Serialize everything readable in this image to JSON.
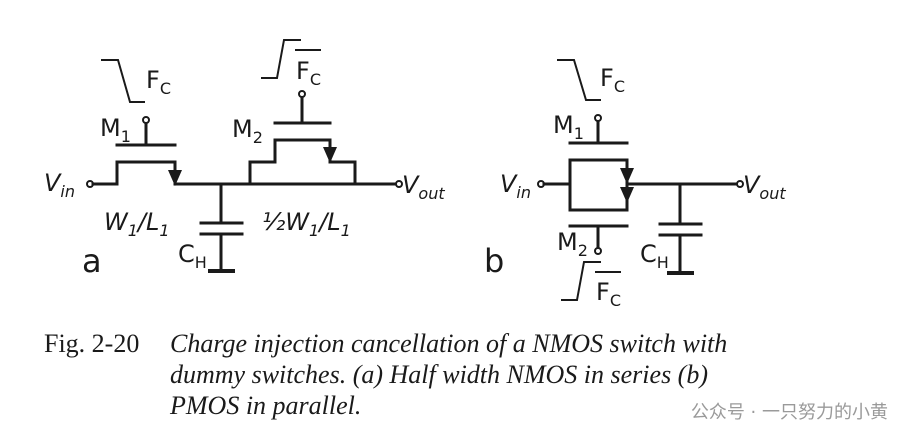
{
  "circuit_a": {
    "panel_label": "a",
    "m1": "M",
    "m1_sub": "1",
    "m2": "M",
    "m2_sub": "2",
    "fc": "F",
    "fc_sub": "C",
    "fcbar": "F",
    "fcbar_sub": "C",
    "vin": "V",
    "vin_sub": "in",
    "vout": "V",
    "vout_sub": "out",
    "w1l1_w": "W",
    "w1l1_sub1": "1",
    "w1l1_l": "/L",
    "w1l1_sub2": "1",
    "half": "½W",
    "half_sub1": "1",
    "half_l": "/L",
    "half_sub2": "1",
    "ch": "C",
    "ch_sub": "H"
  },
  "circuit_b": {
    "panel_label": "b",
    "m1": "M",
    "m1_sub": "1",
    "m2": "M",
    "m2_sub": "2",
    "fc": "F",
    "fc_sub": "C",
    "fcbar": "F",
    "fcbar_sub": "C",
    "vin": "V",
    "vin_sub": "in",
    "vout": "V",
    "vout_sub": "out",
    "ch": "C",
    "ch_sub": "H"
  },
  "caption": {
    "number": "Fig. 2-20",
    "line1": "Charge injection cancellation of a NMOS switch with",
    "line2": "dummy switches. (a) Half width NMOS in series (b)",
    "line3": "PMOS in parallel."
  },
  "watermark": "公众号 · 一只努力的小黄"
}
